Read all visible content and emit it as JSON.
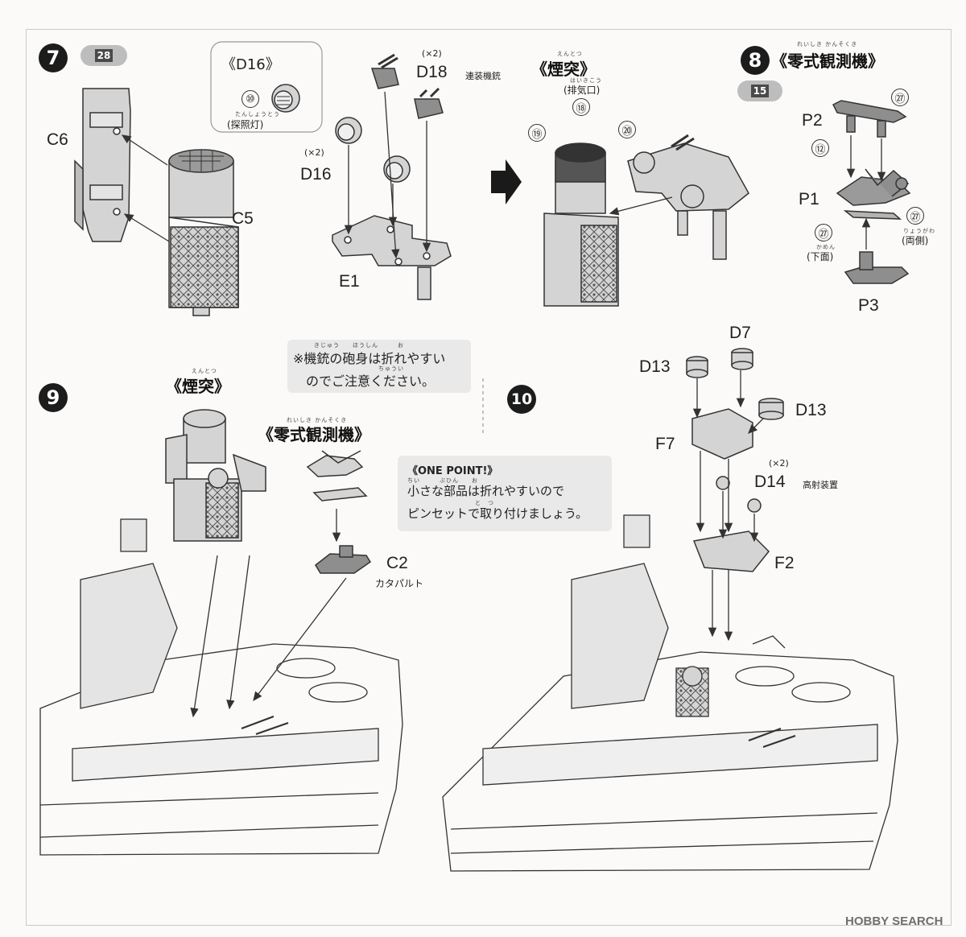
{
  "step7": {
    "number": "7",
    "page_ref": "28",
    "parts": {
      "c6": "C6",
      "c5": "C5",
      "e1": "E1",
      "d16": "D16",
      "d18": "D18"
    },
    "d16_box": {
      "title": "《D16》",
      "num": "⑩",
      "caption_ruby": "たんしょうとう",
      "caption": "(探照灯)"
    },
    "d16_qty": "(×2)",
    "d18_qty": "(×2)",
    "d18_desc": "連装機銃",
    "chimney_title": "《煙突》",
    "chimney_ruby": "えんとつ",
    "exhaust_ruby": "はいきこう",
    "exhaust_label": "(排気口)",
    "nums": {
      "n18": "⑱",
      "n19": "⑲",
      "n20": "⑳"
    },
    "warning_line1": "※機銃の砲身は折れやすい",
    "warning_line2": "のでご注意ください。",
    "warning_ruby1": "きじゅう　　ほうしん　　　お",
    "warning_ruby2": "ちゅうい"
  },
  "step8": {
    "number": "8",
    "title": "《零式観測機》",
    "title_ruby": "れいしき かんそくき",
    "page_ref": "15",
    "parts": {
      "p1": "P1",
      "p2": "P2",
      "p3": "P3"
    },
    "nums": {
      "n27a": "㉗",
      "n12": "⑫",
      "n27b": "㉗",
      "n27c": "㉗"
    },
    "bottom_ruby": "かめん",
    "bottom_label": "(下面)",
    "both_ruby": "りょうがわ",
    "both_label": "(両側)"
  },
  "step9": {
    "number": "9",
    "chimney_title": "《煙突》",
    "chimney_ruby": "えんとつ",
    "plane_title": "《零式観測機》",
    "plane_ruby": "れいしき かんそくき",
    "c2": "C2",
    "c2_desc": "カタパルト"
  },
  "one_point": {
    "heading": "《ONE POINT!》",
    "line1": "小さな部品は折れやすいので",
    "line2": "ピンセットで取り付けましょう。",
    "ruby1": "ちい　　　ぶひん　　お",
    "ruby2": "と　つ"
  },
  "step10": {
    "number": "10",
    "parts": {
      "d13a": "D13",
      "d7": "D7",
      "d13b": "D13",
      "f7": "F7",
      "d14": "D14",
      "f2": "F2"
    },
    "d14_qty": "(×2)",
    "d14_desc": "高射装置"
  },
  "watermark": "HOBBY SEARCH",
  "colors": {
    "ink": "#1f1f1f",
    "part_fill": "#d4d4d4",
    "part_dark": "#8e8e8e",
    "note_bg": "#e9e9e9"
  }
}
